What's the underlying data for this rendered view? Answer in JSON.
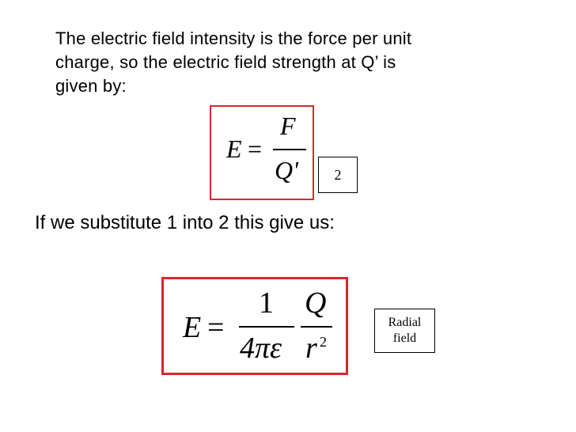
{
  "intro": {
    "line1": "The electric field intensity is the force per unit",
    "line2": "charge, so the electric field strength at Q’ is",
    "line3": "given by:"
  },
  "eq2": {
    "lhs": "E",
    "equals": "=",
    "num": "F",
    "den": "Q'",
    "tag": "2"
  },
  "substitution": "If we substitute 1 into 2 this give us:",
  "radial_eq": {
    "lhs": "E",
    "equals": "=",
    "num1": "1",
    "den1": "4πε",
    "num2": "Q",
    "den2": "r",
    "exponent": "2"
  },
  "radial_tag": {
    "line1": "Radial",
    "line2": "field"
  },
  "colors": {
    "box_border": "#d9272e"
  }
}
